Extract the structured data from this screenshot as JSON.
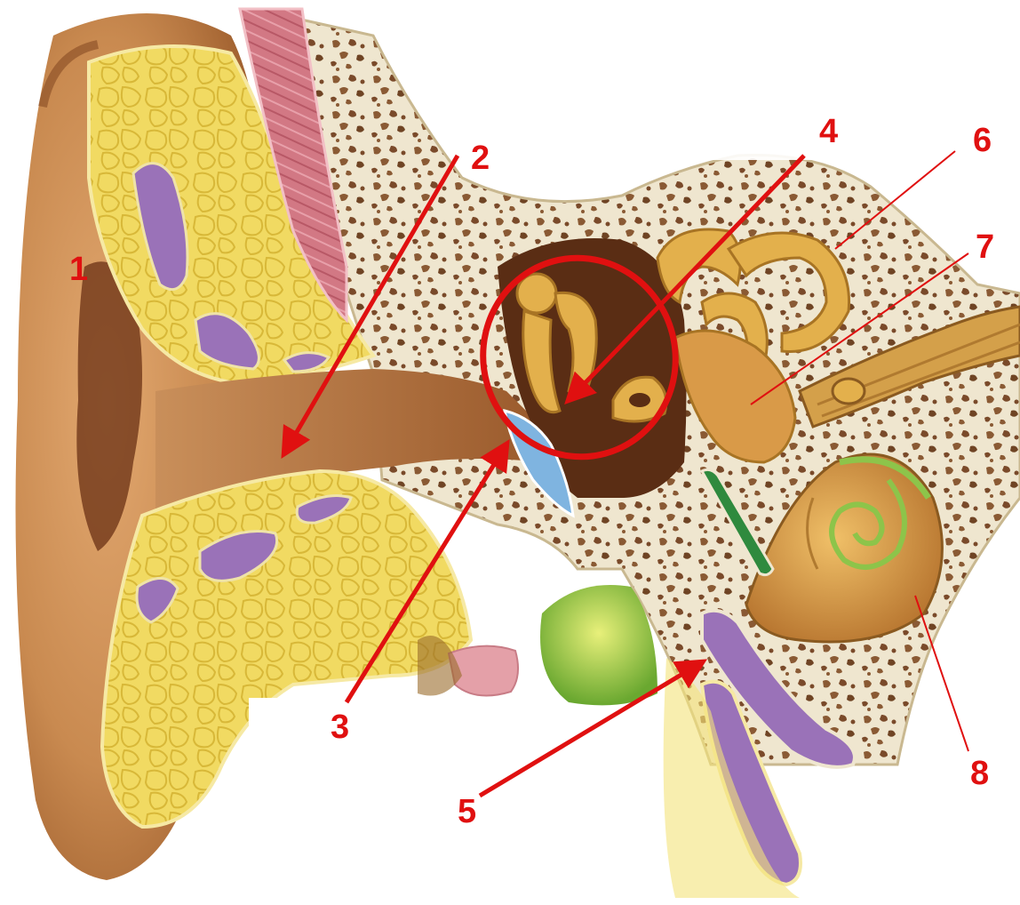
{
  "labels": [
    {
      "id": "1",
      "text": "1"
    },
    {
      "id": "2",
      "text": "2"
    },
    {
      "id": "3",
      "text": "3"
    },
    {
      "id": "4",
      "text": "4"
    },
    {
      "id": "5",
      "text": "5"
    },
    {
      "id": "6",
      "text": "6"
    },
    {
      "id": "7",
      "text": "7"
    },
    {
      "id": "8",
      "text": "8"
    }
  ],
  "colors": {
    "label_red": "#e01010",
    "pinna": "#c98a50",
    "pinna_dark": "#7a3d1a",
    "fat_yellow": "#f1da62",
    "vessel_purple": "#9a72b8",
    "muscle_pink": "#cf6f7a",
    "bone_cream": "#efe6cf",
    "bone_pores": "#8a5a34",
    "canal_brown": "#a86a34",
    "cavity_dark": "#5a2d14",
    "eardrum_blue": "#7fb4e0",
    "ossicle_gold": "#e3b04c",
    "cochlea_gold": "#cf9040",
    "nerve_green": "#8dc44a",
    "tube_green": "#2f8a3e",
    "gland_green": "#b8d648",
    "gland_pink": "#e4a0a8"
  }
}
